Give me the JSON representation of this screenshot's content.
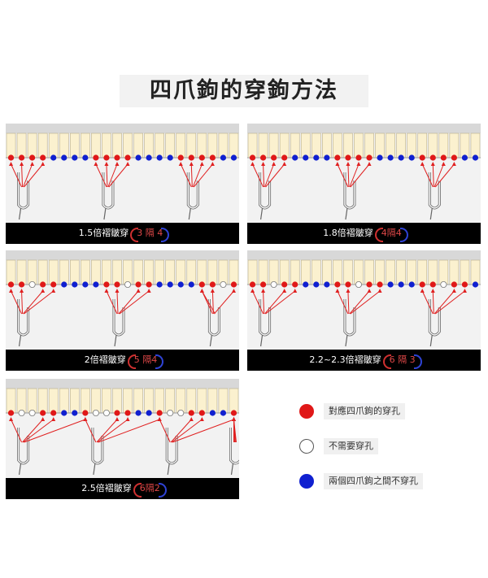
{
  "page": {
    "title": "四爪鉤的穿鉤方法"
  },
  "colors": {
    "red": "#e01818",
    "white": "#ffffff",
    "blue": "#1020d0"
  },
  "panels": [
    {
      "label": "1.5倍褶皺穿",
      "ratio": "3 隔 4",
      "dots": "RRRRBBBBRRRRBBBBRRRRBB"
    },
    {
      "label": "1.8倍褶皺穿",
      "ratio": "4隔4",
      "dots": "RRRRBBBBRRRRBBBBRRRRBB"
    },
    {
      "label": "2倍褶皺穿",
      "ratio": "5 隔4",
      "dots": "RRWRRBBBBRRWRRBBBBRRWR"
    },
    {
      "label": "2.2~2.3倍褶皺穿",
      "ratio": "6 隔 3",
      "dots": "RRWRRBBBRRWRRBBBRRWRRB"
    },
    {
      "label": "2.5倍褶皺穿",
      "ratio": "6隔2",
      "dots": "RWWRRBBRWWRRBBRWWRRBBR"
    }
  ],
  "legend": [
    {
      "color": "red",
      "label": "對應四爪鉤的穿孔"
    },
    {
      "color": "white",
      "label": "不需要穿孔"
    },
    {
      "color": "blue",
      "label": "兩個四爪鉤之間不穿孔"
    }
  ]
}
